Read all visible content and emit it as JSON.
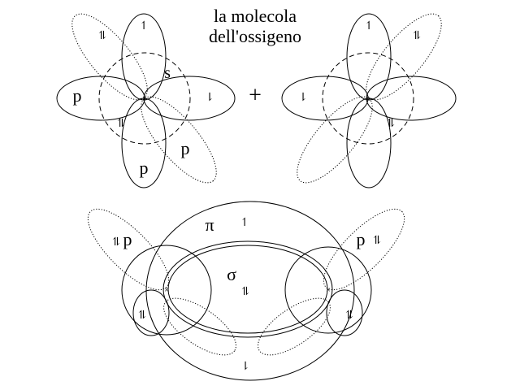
{
  "title": {
    "line1": "la molecola",
    "line2": "dell'ossigeno"
  },
  "plus_sign": "+",
  "labels": {
    "p_left": "p",
    "s_top": "s",
    "p_lower_mid": "p",
    "p_lower_right": "p",
    "pi": "π",
    "sigma": "σ",
    "p_bottom_left": "p",
    "p_bottom_right": "p"
  },
  "spins": {
    "pair": "⥮",
    "single_up": "↿",
    "single_down": "⇂"
  },
  "colors": {
    "line": "#000000",
    "background": "#ffffff"
  }
}
